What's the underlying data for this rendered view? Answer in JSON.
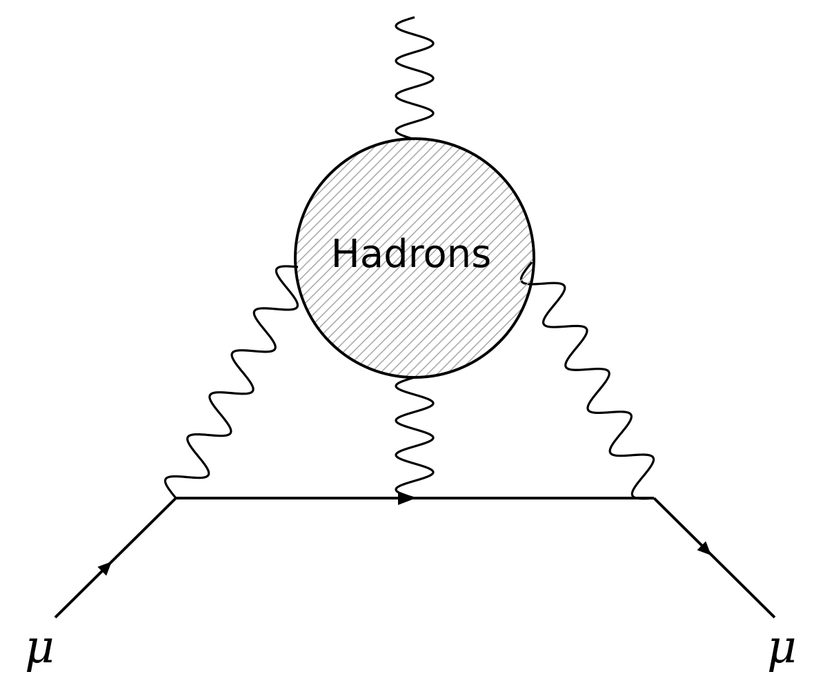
{
  "blob": {
    "label": "Hadrons"
  },
  "fermions": {
    "incoming_label": "μ",
    "outgoing_label": "μ"
  },
  "colors": {
    "line": "#000000",
    "hatch": "#aaaaaa",
    "background": "#ffffff"
  }
}
